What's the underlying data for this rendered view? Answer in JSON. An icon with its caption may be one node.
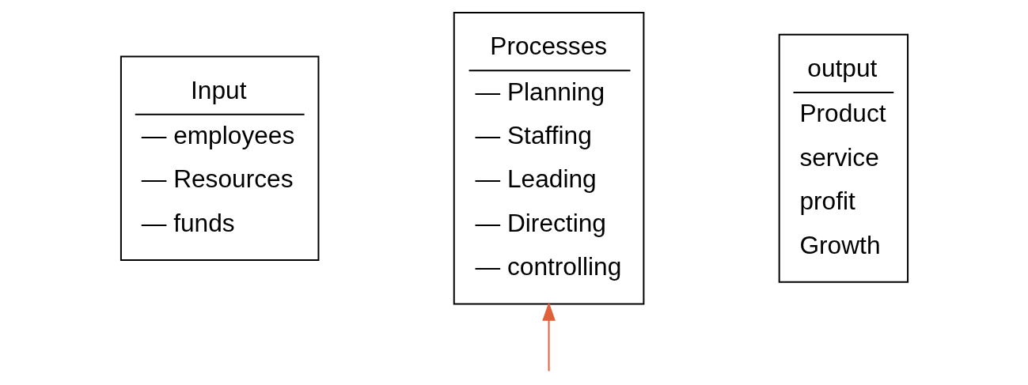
{
  "diagram": {
    "nodes": [
      {
        "text": [
          "Input",
          "— employees",
          "— Resources",
          "— funds"
        ]
      },
      {
        "text": [
          "Processes",
          "— Planning",
          "— Staffing",
          "— Leading",
          "— Directing",
          "— controlling"
        ]
      },
      {
        "text": [
          "output",
          "Product",
          "service",
          "profit",
          "Growth"
        ]
      }
    ],
    "edges": [
      {
        "from": null,
        "to": 1,
        "arrow": "to",
        "color": "#e0603a"
      }
    ]
  }
}
